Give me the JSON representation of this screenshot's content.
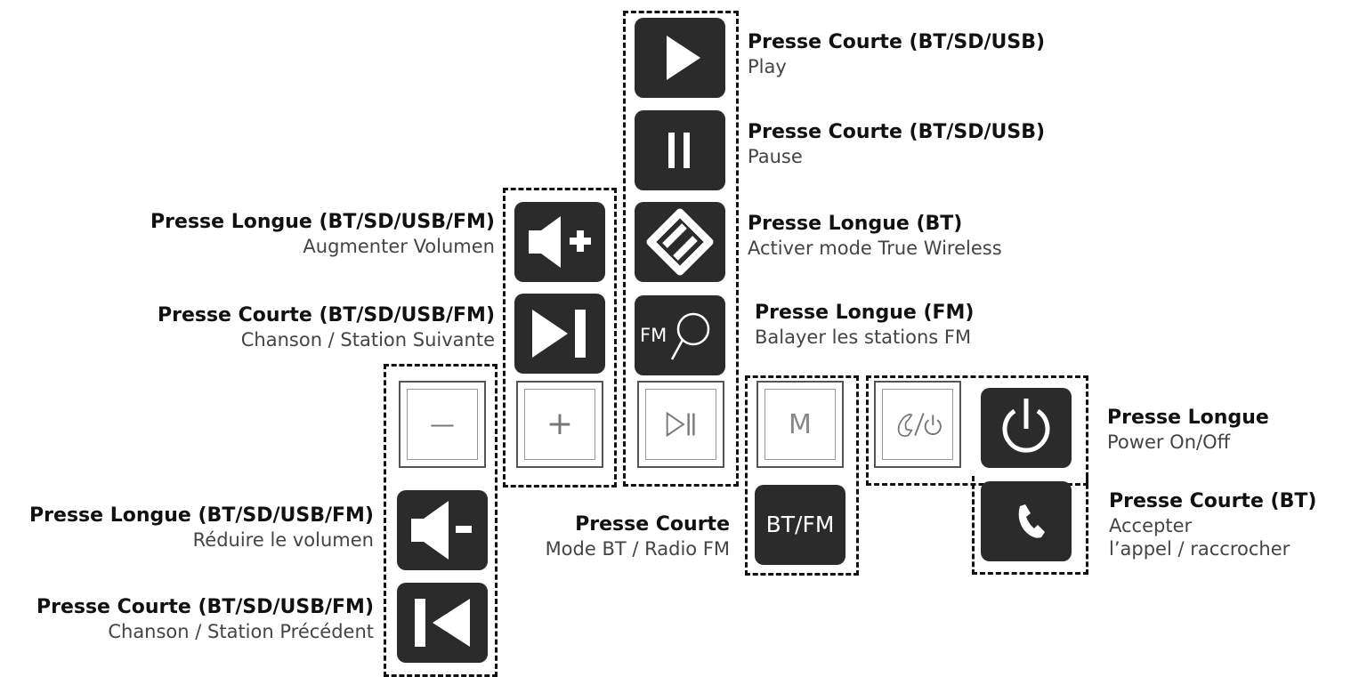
{
  "labels": {
    "play": {
      "title": "Presse Courte (BT/SD/USB)",
      "desc": "Play"
    },
    "pause": {
      "title": "Presse Courte (BT/SD/USB)",
      "desc": "Pause"
    },
    "tws": {
      "title": "Presse Longue (BT)",
      "desc": "Activer mode True Wireless"
    },
    "scan": {
      "title": "Presse Longue (FM)",
      "desc": "Balayer les stations FM"
    },
    "vol_up": {
      "title": "Presse Longue (BT/SD/USB/FM)",
      "desc": "Augmenter Volumen"
    },
    "next": {
      "title": "Presse Courte (BT/SD/USB/FM)",
      "desc": "Chanson / Station Suivante"
    },
    "vol_down": {
      "title": "Presse Longue (BT/SD/USB/FM)",
      "desc": "Réduire le volumen"
    },
    "prev": {
      "title": "Presse Courte (BT/SD/USB/FM)",
      "desc": "Chanson / Station Précédent"
    },
    "mode": {
      "title": "Presse Courte",
      "desc": "Mode BT / Radio FM"
    },
    "power": {
      "title": "Presse Longue",
      "desc": "Power On/Off"
    },
    "call": {
      "title": "Presse Courte (BT)",
      "desc1": "Accepter",
      "desc2": "l’appel / raccrocher"
    }
  },
  "icons": {
    "scan_text": "FM",
    "mode_text": "BT/FM"
  },
  "keys": {
    "minus": "—",
    "plus": "+",
    "m": "M"
  }
}
